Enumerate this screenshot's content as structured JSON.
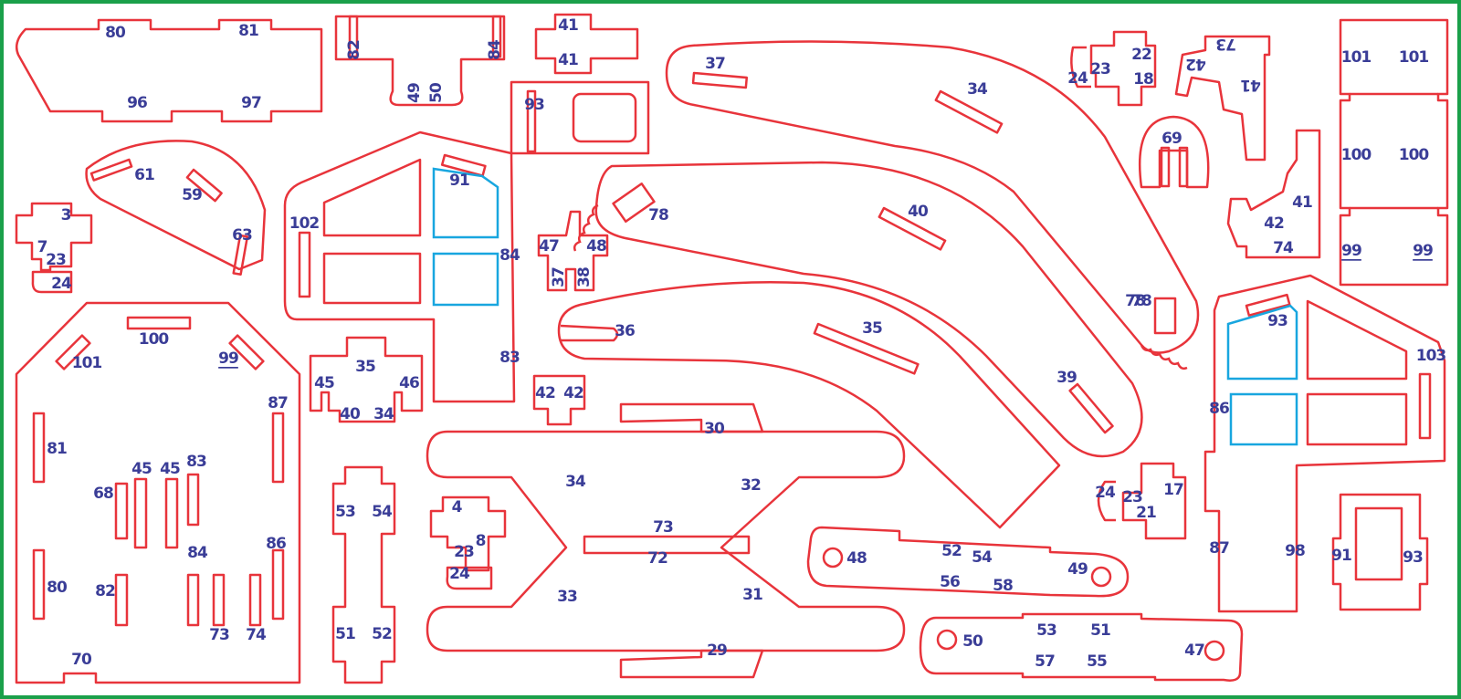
{
  "colors": {
    "border": "#1aa04a",
    "cut": "#e8343b",
    "engrave": "#18a6df",
    "label": "#3a3d97"
  },
  "labels": {
    "l80a": "80",
    "l81a": "81",
    "l96a": "96",
    "l97a": "97",
    "l82a": "82",
    "l84a": "84",
    "l49a": "49",
    "l50a": "50",
    "l41a": "41",
    "l41b": "41",
    "l93a": "93",
    "l37": "37",
    "l34a": "34",
    "l40a": "40",
    "l78a": "78",
    "l24a": "24",
    "l23a": "23",
    "l22a": "22",
    "l18": "18",
    "l73a": "73",
    "l42a": "42",
    "l41c": "41",
    "l101a": "101",
    "l101b": "101",
    "l100a": "100",
    "l100b": "100",
    "l99a": "99",
    "l99b": "99",
    "l69": "69",
    "l41d": "41",
    "l42b": "42",
    "l74a": "74",
    "l61": "61",
    "l59": "59",
    "l63": "63",
    "l3": "3",
    "l7": "7",
    "l23b": "23",
    "l24b": "24",
    "l91a": "91",
    "l102": "102",
    "l84b": "84",
    "l83a": "83",
    "l47a": "47",
    "l48a": "48",
    "l37b": "37",
    "l38": "38",
    "l78b": "78",
    "l36": "36",
    "l35a": "35",
    "l39": "39",
    "l78c": "78",
    "l100c": "100",
    "l101c": "101",
    "l99c": "99",
    "l87a": "87",
    "l81b": "81",
    "l45a": "45",
    "l45b": "45",
    "l83b": "83",
    "l68": "68",
    "l84c": "84",
    "l86a": "86",
    "l80b": "80",
    "l82b": "82",
    "l73b": "73",
    "l74b": "74",
    "l70": "70",
    "l35b": "35",
    "l45c": "45",
    "l46": "46",
    "l40b": "40",
    "l34b": "34",
    "l42c": "42",
    "l42d": "42",
    "l30": "30",
    "l53a": "53",
    "l54a": "54",
    "l51a": "51",
    "l52a": "52",
    "l4": "4",
    "l23c": "23",
    "l8": "8",
    "l24c": "24",
    "l34c": "34",
    "l32": "32",
    "l73c": "73",
    "l72": "72",
    "l33": "33",
    "l31": "31",
    "l29": "29",
    "l48b": "48",
    "l52b": "52",
    "l54b": "54",
    "l56": "56",
    "l58": "58",
    "l49b": "49",
    "l50b": "50",
    "l53b": "53",
    "l51b": "51",
    "l57": "57",
    "l55": "55",
    "l47b": "47",
    "l93b": "93",
    "l103": "103",
    "l86b": "86",
    "l87b": "87",
    "l98": "98",
    "l91b": "91",
    "l93c": "93",
    "l24d": "24",
    "l23d": "23",
    "l17": "17",
    "l21": "21"
  }
}
